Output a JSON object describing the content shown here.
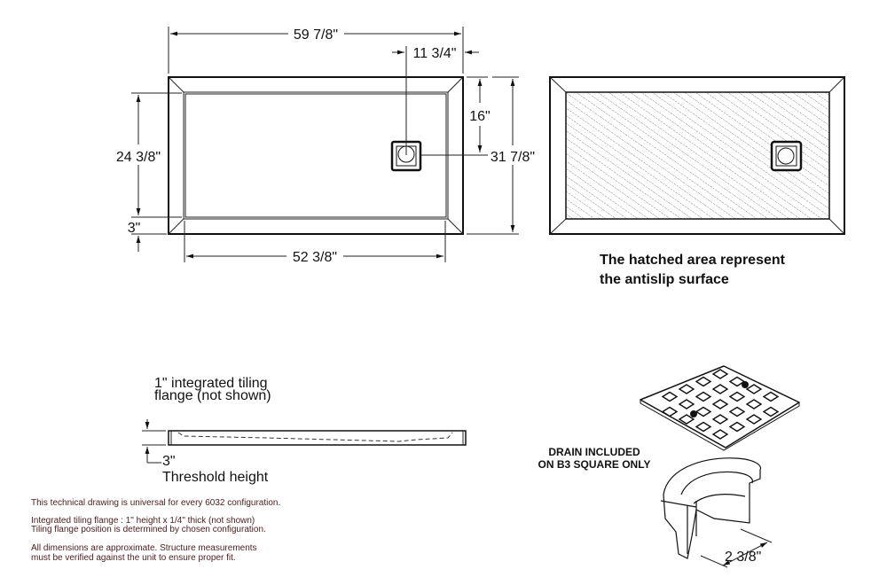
{
  "plan_view": {
    "overall_length": "59 7/8\"",
    "drain_offset_x": "11 3/4\"",
    "drain_offset_y": "16\"",
    "overall_width": "31 7/8\"",
    "inner_width": "24 3/8\"",
    "threshold_width": "3\"",
    "inner_length": "52 3/8\""
  },
  "antislip_view": {
    "caption_line1": "The hatched area represent",
    "caption_line2": "the antislip surface"
  },
  "side_view": {
    "flange_note_line1": "1\" integrated tiling",
    "flange_note_line2": "flange (not shown)",
    "threshold_value": "3\"",
    "threshold_label": "Threshold height"
  },
  "notes": {
    "line1": "This technical drawing is universal for every 6032 configuration.",
    "line2": "Integrated tiling flange : 1\" height x 1/4\" thick (not shown)",
    "line3": "Tiling flange position is determined by chosen configuration.",
    "line4": "All dimensions are approximate. Structure measurements",
    "line5": "must be verified against the unit to ensure proper fit."
  },
  "drain": {
    "label_line1": "DRAIN INCLUDED",
    "label_line2": "ON B3 SQUARE ONLY",
    "diameter": "2 3/8\""
  },
  "colors": {
    "line": "#111111",
    "note_text": "#4a1c1c"
  }
}
